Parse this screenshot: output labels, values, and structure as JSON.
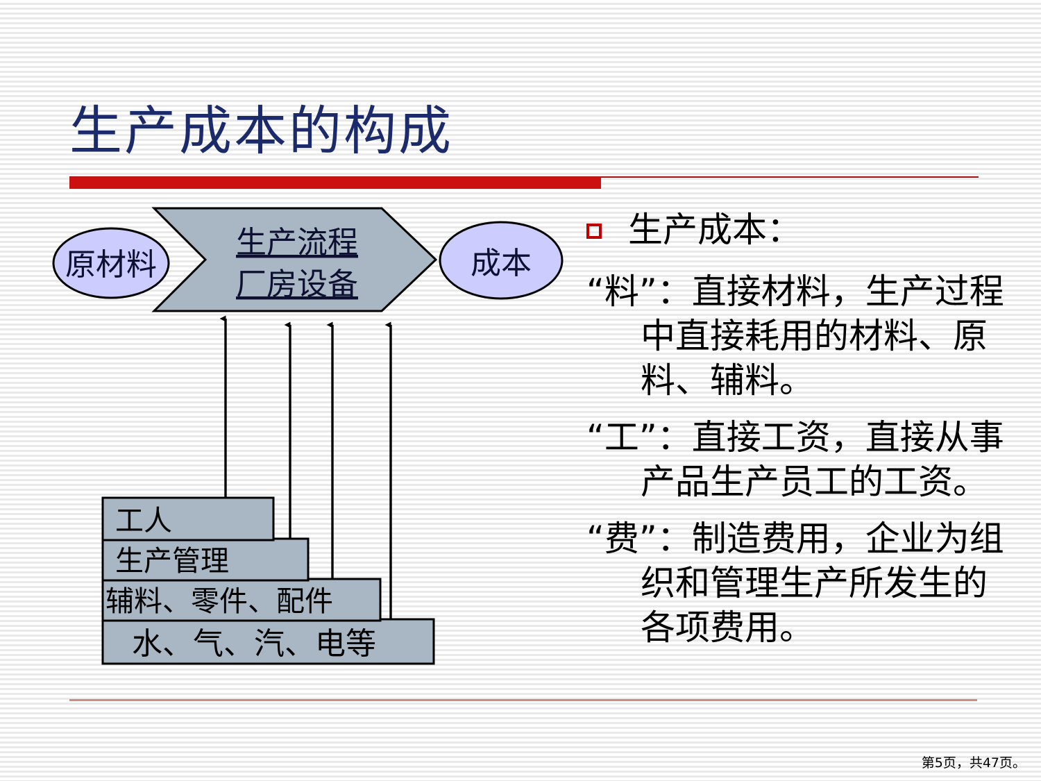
{
  "slide": {
    "title": "生产成本的构成",
    "footer": "第5页，共47页。",
    "accent_color_thick_rule": "#cc1010",
    "accent_color_thin_rule": "#a81010",
    "bottom_rule_color": "#d08a80",
    "title_color": "#1b2a6b"
  },
  "diagram": {
    "input_node": {
      "label": "原材料",
      "shape": "ellipse",
      "fill": "#ccccff",
      "stroke": "#000000"
    },
    "output_node": {
      "label": "成本",
      "shape": "ellipse",
      "fill": "#ccccff",
      "stroke": "#000000"
    },
    "process_node": {
      "shape": "chevron",
      "fill": "#a9b7c5",
      "stroke": "#000000",
      "line1": "生产流程",
      "line2": "厂房设备",
      "underline": true
    },
    "input_bars": [
      {
        "label": "工人",
        "fill": "#a9b7c5",
        "stroke": "#000000"
      },
      {
        "label": "生产管理",
        "fill": "#a9b7c5",
        "stroke": "#000000"
      },
      {
        "label": "辅料、零件、配件",
        "fill": "#a9b7c5",
        "stroke": "#000000"
      },
      {
        "label": "水、气、汽、电等",
        "fill": "#a9b7c5",
        "stroke": "#000000"
      }
    ],
    "arrow_count": 4,
    "arrow_color": "#000000",
    "arrow_direction": "up"
  },
  "content": {
    "bullet_marker": "hollow-red-square",
    "bullet_marker_color": "#c00000",
    "heading": "生产成本：",
    "paragraphs": [
      "“料”：直接材料，生产过程中直接耗用的材料、原料、辅料。",
      "“工”：直接工资，直接从事产品生产员工的工资。",
      "“费”：制造费用，企业为组织和管理生产所发生的各项费用。"
    ]
  }
}
